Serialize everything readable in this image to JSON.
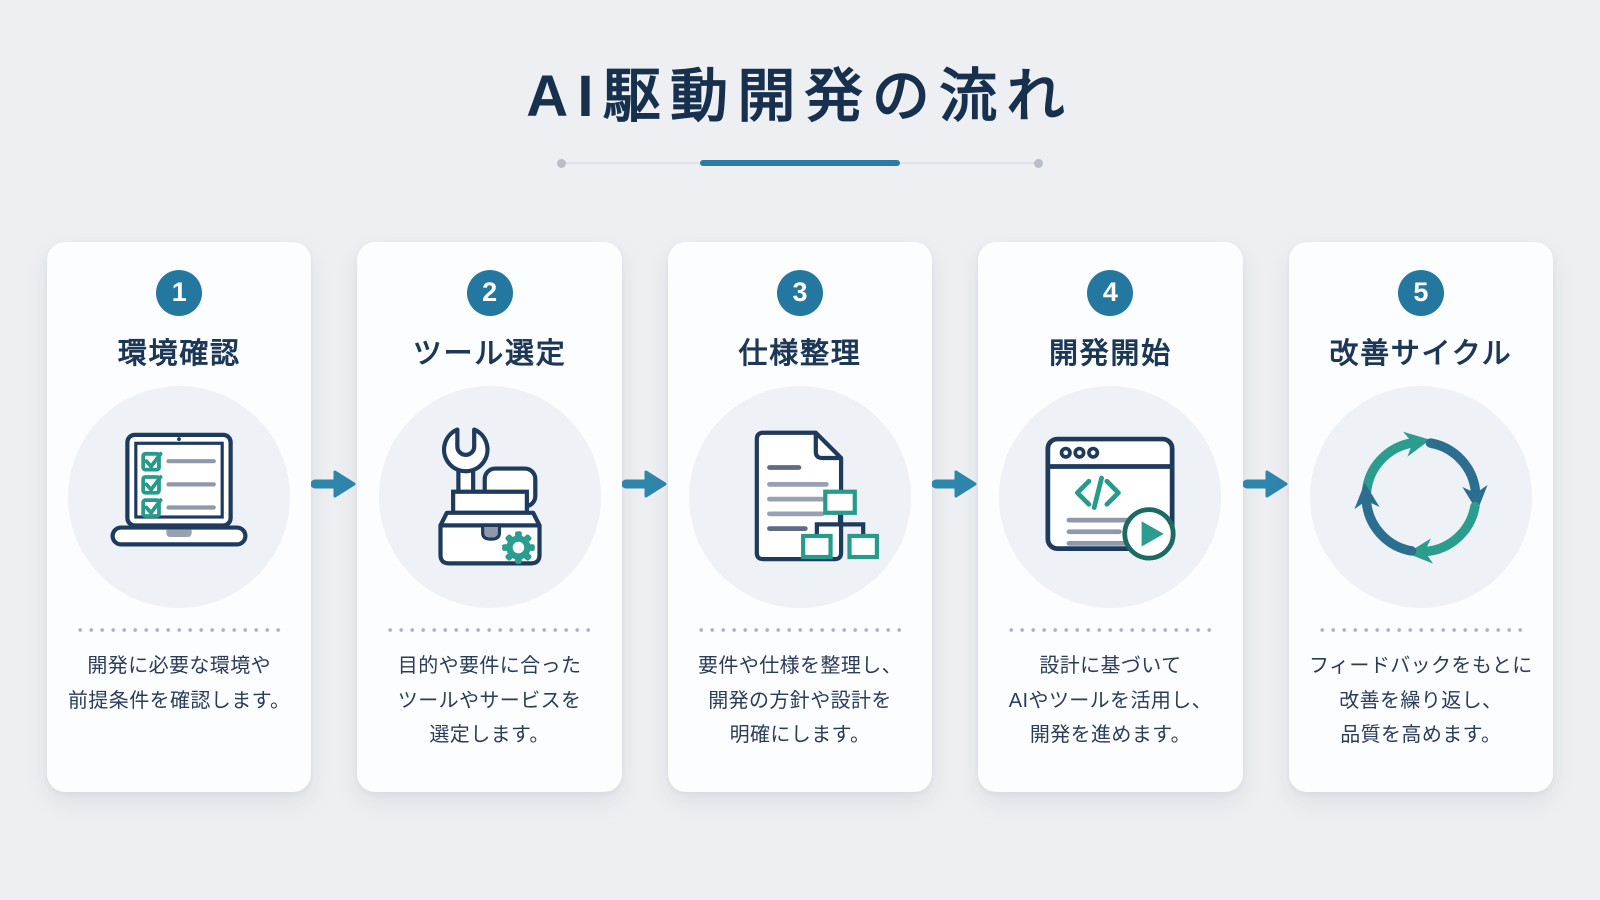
{
  "header": {
    "title": "AI駆動開発の流れ"
  },
  "colors": {
    "page_background": "#edeff2",
    "card_background": "#fcfdfe",
    "navy_text": "#1d3757",
    "badge_teal": "#24789f",
    "arrow_teal": "#2f86ad",
    "accent_green": "#2a9d8f",
    "cycle_blue": "#2b6e8f",
    "icon_circle_bg": "#eef1f6"
  },
  "steps": [
    {
      "number": "1",
      "title": "環境確認",
      "icon": "laptop-checklist-icon",
      "description": "開発に必要な環境や\n前提条件を確認します。"
    },
    {
      "number": "2",
      "title": "ツール選定",
      "icon": "toolbox-wrench-icon",
      "description": "目的や要件に合った\nツールやサービスを\n選定します。"
    },
    {
      "number": "3",
      "title": "仕様整理",
      "icon": "document-flowchart-icon",
      "description": "要件や仕様を整理し、\n開発の方針や設計を\n明確にします。"
    },
    {
      "number": "4",
      "title": "開発開始",
      "icon": "code-browser-play-icon",
      "description": "設計に基づいて\nAIやツールを活用し、\n開発を進めます。"
    },
    {
      "number": "5",
      "title": "改善サイクル",
      "icon": "cycle-arrows-icon",
      "description": "フィードバックをもとに\n改善を繰り返し、\n品質を高めます。"
    }
  ]
}
